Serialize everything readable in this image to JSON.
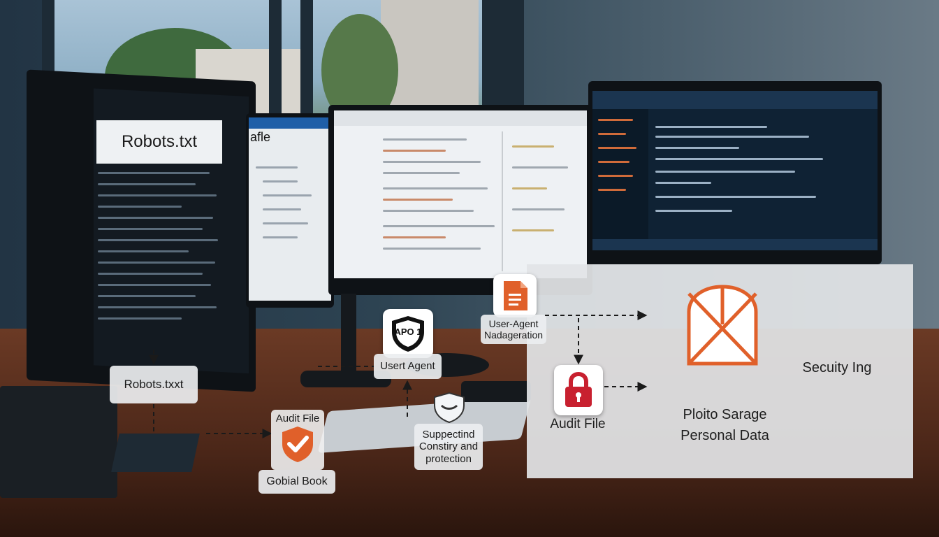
{
  "screens": {
    "left_title": "Robots.txt",
    "second_header": "afle"
  },
  "nodes": {
    "robots": "Robots.txxt",
    "audit_file_left": "Audit File",
    "global_book": "Gobial Book",
    "user_agent": "Usert Agent",
    "user_agent_icon_text": "APO 1",
    "user_agent_nav_line1": "User-Agent",
    "user_agent_nav_line2": "Nadageration",
    "suspected_line1": "Suppectind",
    "suspected_line2": "Constiry and",
    "suspected_line3": "protection",
    "audit_file_right": "Audit File",
    "storage_line1": "Ploito Sarage",
    "storage_line2": "Personal Data",
    "security": "Secuity Ing"
  },
  "colors": {
    "accent_orange": "#e0602a",
    "lock_red": "#c8202f",
    "panel_gray": "#e2e4e6",
    "arrow": "#1a1a1a"
  },
  "icons": {
    "shield": "shield-check-icon",
    "document": "document-icon",
    "badge": "badge-shield-icon",
    "lock": "padlock-icon",
    "guard": "shield-outline-icon",
    "storage": "storage-vault-icon"
  }
}
